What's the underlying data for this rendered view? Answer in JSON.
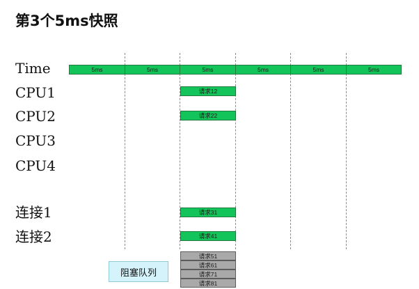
{
  "title": "第3个5ms快照",
  "rows": {
    "time": "Time",
    "cpu1": "CPU1",
    "cpu2": "CPU2",
    "cpu3": "CPU3",
    "cpu4": "CPU4",
    "conn1": "连接1",
    "conn2": "连接2"
  },
  "timeline_segments": [
    "5ms",
    "5ms",
    "5ms",
    "5ms",
    "5ms",
    "5ms"
  ],
  "requests": {
    "cpu1": "请求12",
    "cpu2": "请求22",
    "conn1": "请求31",
    "conn2": "请求41"
  },
  "blocking_queue": {
    "label": "阻塞队列",
    "items": [
      "请求51",
      "请求61",
      "请求71",
      "请求81"
    ]
  },
  "colors": {
    "active": "#13c45a",
    "queued": "#a9a9a9",
    "queue_label_bg": "#d4f3fb"
  }
}
